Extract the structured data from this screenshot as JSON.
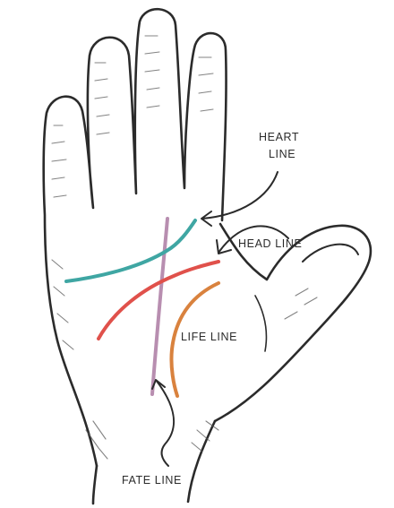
{
  "labels": {
    "heart_1": "HEART",
    "heart_2": "LINE",
    "head": "HEAD LINE",
    "life": "LIFE LINE",
    "fate": "FATE LINE"
  },
  "colors": {
    "outline": "#2b2b2b",
    "shade": "#5a5a5a",
    "heart": "#3fa6a3",
    "head": "#e0514b",
    "life": "#d9823e",
    "fate": "#b88eb0"
  },
  "icons": [
    "palm-outline",
    "curved-arrow-icon"
  ]
}
